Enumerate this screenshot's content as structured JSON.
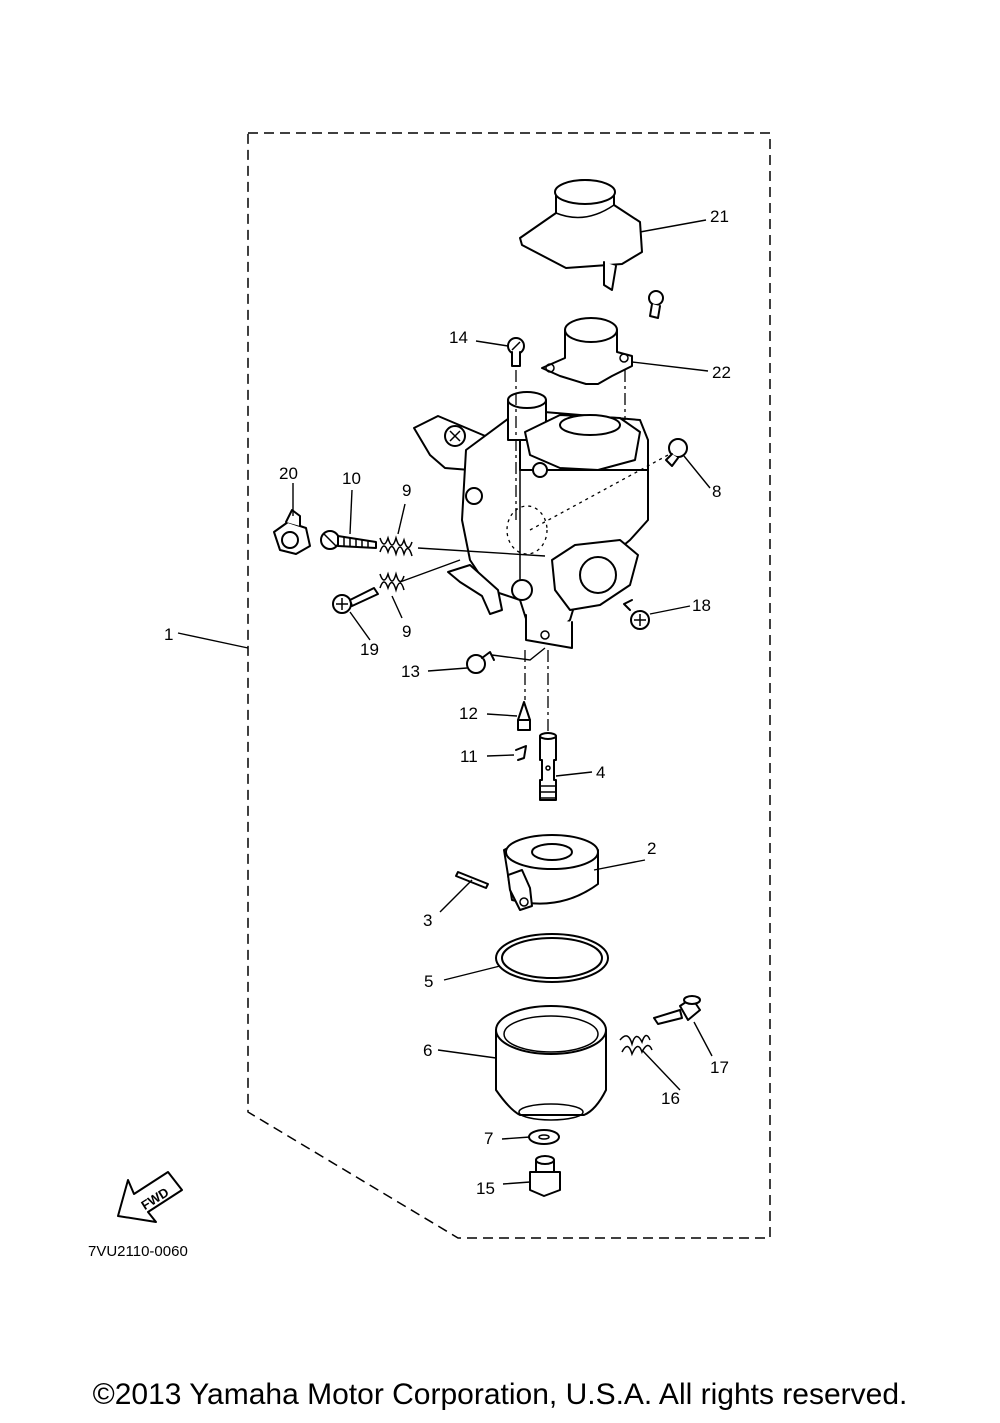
{
  "diagram_code": "7VU2110-0060",
  "copyright": "©2013 Yamaha Motor Corporation, U.S.A. All rights reserved.",
  "fwd_label": "FWD",
  "callouts": {
    "c1": "1",
    "c2": "2",
    "c3": "3",
    "c4": "4",
    "c5": "5",
    "c6": "6",
    "c7": "7",
    "c8": "8",
    "c9a": "9",
    "c9b": "9",
    "c10": "10",
    "c11": "11",
    "c12": "12",
    "c13": "13",
    "c14": "14",
    "c15": "15",
    "c16": "16",
    "c17": "17",
    "c18": "18",
    "c19": "19",
    "c20": "20",
    "c21": "21",
    "c22": "22"
  }
}
